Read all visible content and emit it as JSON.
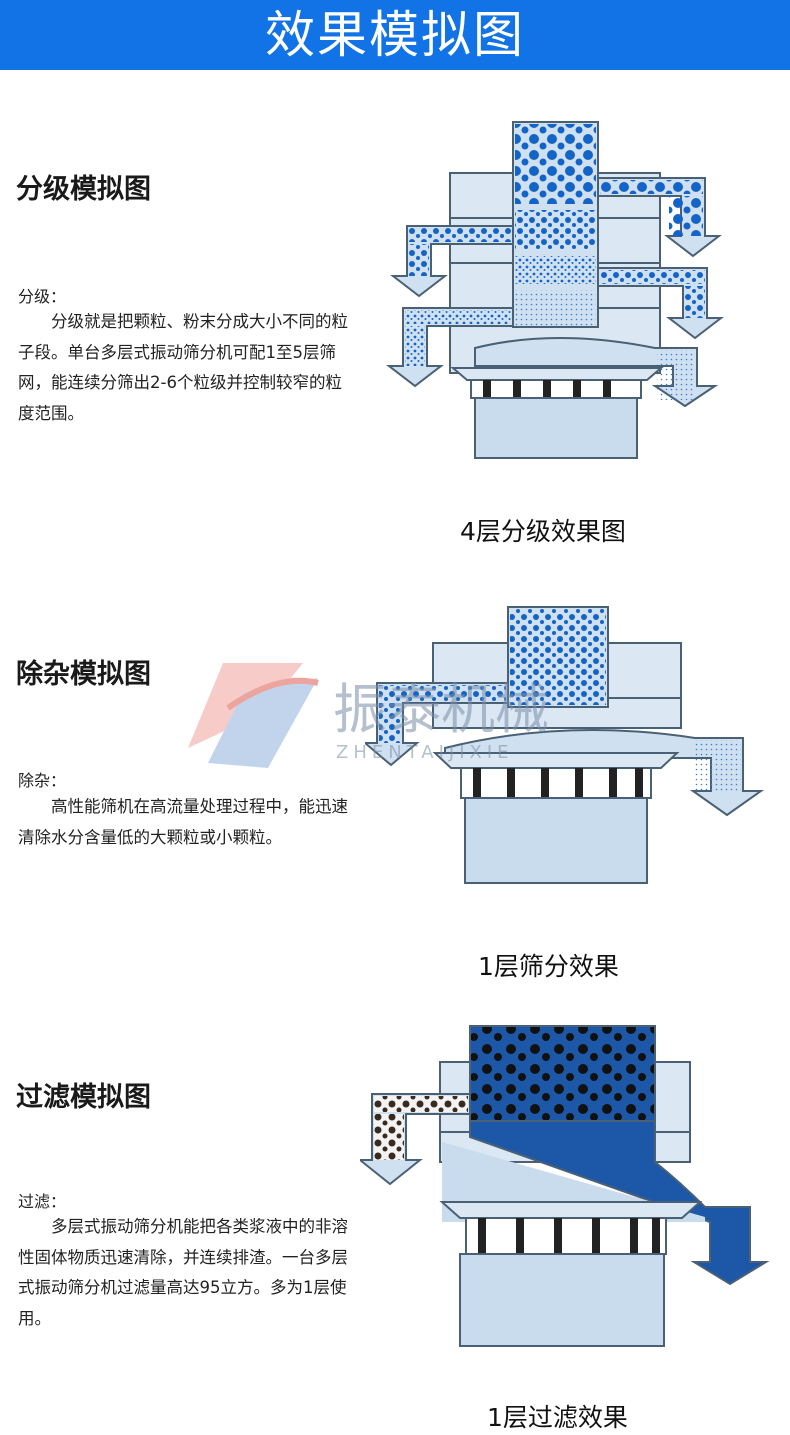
{
  "banner": {
    "title": "效果模拟图"
  },
  "sections": [
    {
      "title": "分级模拟图",
      "label": "分级：",
      "text": "分级就是把颗粒、粉末分成大小不同的粒子段。单台多层式振动筛分机可配1至5层筛网，能连续分筛出2-6个粒级并控制较窄的粒度范围。",
      "caption": "4层分级效果图"
    },
    {
      "title": "除杂模拟图",
      "label": "除杂：",
      "text": "高性能筛机在高流量处理过程中，能迅速清除水分含量低的大颗粒或小颗粒。",
      "caption": "1层筛分效果"
    },
    {
      "title": "过滤模拟图",
      "label": "过滤：",
      "text": "多层式振动筛分机能把各类浆液中的非溶性固体物质迅速清除，并连续排渣。一台多层式振动筛分机过滤量高达95立方。多为1层使用。",
      "caption": "1层过滤效果"
    }
  ],
  "watermark": {
    "brand": "振泰机械",
    "sub": "ZHENTAIJIXIE"
  },
  "colors": {
    "banner": "#1273e6",
    "machine_fill": "#c9dcee",
    "particle": "#1464c8",
    "slurry": "#1d58a8",
    "residue": "#3a2a1e"
  }
}
